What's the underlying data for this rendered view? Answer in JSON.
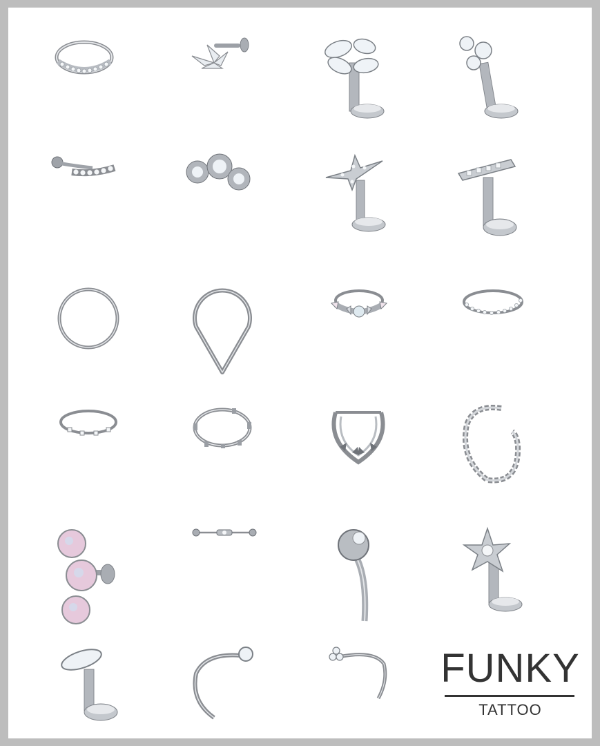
{
  "logo": {
    "brand": "FUNKY",
    "sub": "TATTOO"
  },
  "colors": {
    "background": "#ffffff",
    "frame": "#bdbdbd",
    "metal": "#8a8d92",
    "metal_light": "#d9dbde",
    "gem": "#eef2f6",
    "opal": "#e6c9dc",
    "text": "#333333"
  },
  "jewelry_items": [
    "pave-clicker-ring",
    "lotus-labret",
    "marquise-cluster-labret",
    "trinity-gem-labret",
    "curved-gem-barbell",
    "triple-ball-stud",
    "lightning-bolt-labret",
    "bar-gem-labret",
    "plain-hoop-ring",
    "teardrop-hinged-ring",
    "opal-spike-clicker",
    "eternity-clicker",
    "gem-set-clicker",
    "bamboo-ring",
    "septum-clicker",
    "twisted-hinged-ring",
    "opal-triple-stud",
    "industrial-barbell",
    "belly-gem-barbell",
    "star-gem-labret",
    "marquise-labret",
    "nose-screw-gem",
    "trinity-nose-screw"
  ]
}
